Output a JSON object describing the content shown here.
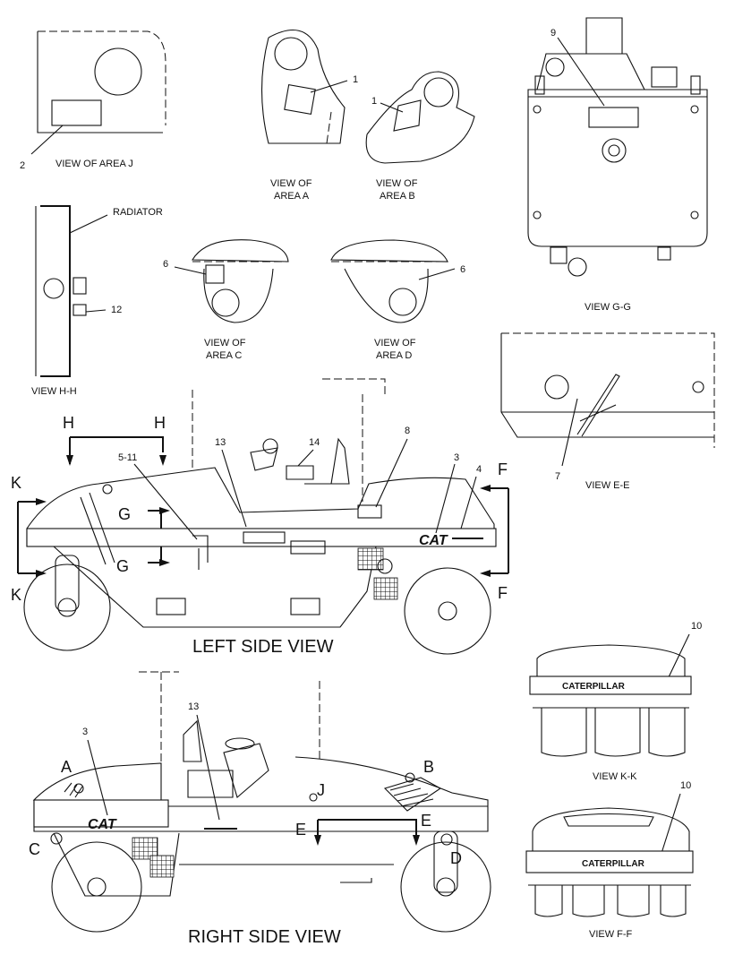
{
  "labels": {
    "view_area_j": "VIEW OF AREA  J",
    "view_of": "VIEW OF",
    "area_a": "AREA  A",
    "area_b": "AREA  B",
    "area_c": "AREA  C",
    "area_d": "AREA  D",
    "view_gg": "VIEW  G-G",
    "view_hh": "VIEW  H-H",
    "view_ee": "VIEW  E-E",
    "view_kk": "VIEW  K-K",
    "view_ff": "VIEW  F-F",
    "radiator": "RADIATOR",
    "left_side_view": "LEFT SIDE VIEW",
    "right_side_view": "RIGHT SIDE VIEW"
  },
  "callouts": {
    "n1": "1",
    "n2": "2",
    "n3": "3",
    "n4": "4",
    "n5_11": "5-11",
    "n6": "6",
    "n7": "7",
    "n8": "8",
    "n9": "9",
    "n10": "10",
    "n12": "12",
    "n13": "13",
    "n14": "14"
  },
  "section_letters": {
    "a": "A",
    "b": "B",
    "c": "C",
    "d": "D",
    "e": "E",
    "f": "F",
    "g": "G",
    "h": "H",
    "j": "J",
    "k": "K"
  },
  "brands": {
    "cat": "CAT",
    "caterpillar": "CATERPILLAR"
  }
}
